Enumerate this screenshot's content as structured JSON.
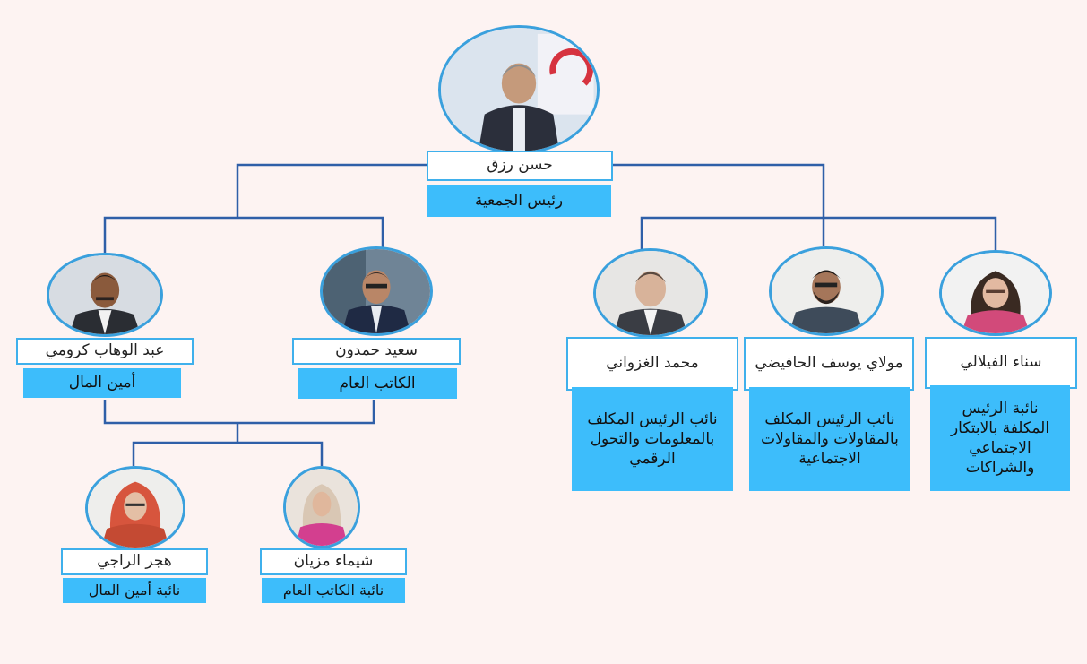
{
  "diagram": {
    "president": {
      "name": "حسن رزق",
      "title": "رئيس الجمعية"
    },
    "vp_right": {
      "name": "سناء الفيلالي",
      "title": "نائبة الرئيس المكلفة بالابتكار الاجتماعي والشراكات"
    },
    "vp_middle": {
      "name": "مولاي يوسف الحافيضي",
      "title": "نائب الرئيس المكلف بالمقاولات والمقاولات الاجتماعية"
    },
    "vp_left": {
      "name": "محمد الغزواني",
      "title": "نائب الرئيس المكلف بالمعلومات والتحول الرقمي"
    },
    "secretary": {
      "name": "سعيد حمدون",
      "title": "الكاتب العام"
    },
    "treasurer": {
      "name": "عبد الوهاب كرومي",
      "title": "أمين المال"
    },
    "deputy_secretary": {
      "name": "شيماء مزيان",
      "title": "نائبة الكاتب العام"
    },
    "deputy_treasurer": {
      "name": "هجر الراجي",
      "title": "نائبة أمين المال"
    }
  },
  "colors": {
    "background": "#fdf3f2",
    "connector": "#2f5fa8",
    "photo_border": "#3aa0dd",
    "title_fill": "#3dbdfb",
    "name_border": "#3fb0ec"
  }
}
